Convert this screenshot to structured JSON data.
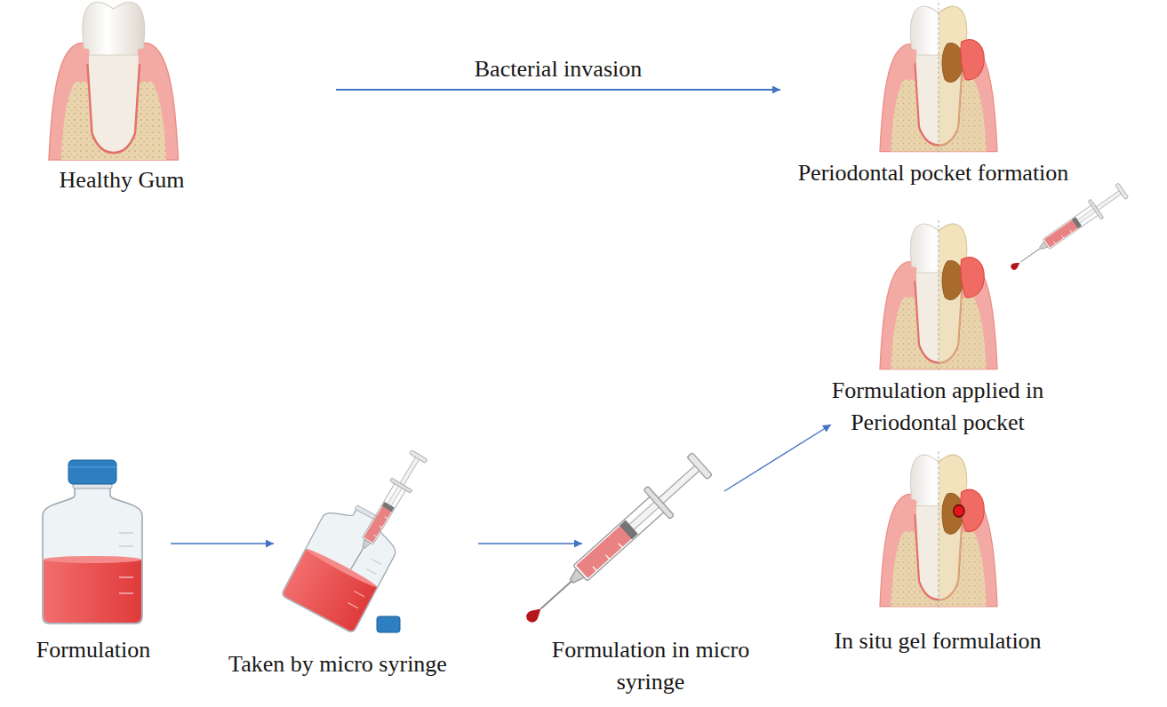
{
  "diagram": {
    "nodes": [
      {
        "text": [
          "Healthy Gum"
        ]
      },
      {
        "text": [
          "Periodontal pocket formation"
        ]
      },
      {
        "text": [
          "Formulation applied in Periodontal pocket"
        ]
      },
      {
        "text": [
          "In situ gel formulation"
        ]
      },
      {
        "text": [
          "Formulation"
        ]
      },
      {
        "text": [
          "Taken by micro syringe"
        ]
      },
      {
        "text": [
          "Formulation in micro syringe"
        ]
      }
    ],
    "edges": [
      {
        "from": 0,
        "to": 1,
        "label": "Bacterial invasion",
        "arrow": "to"
      },
      {
        "from": 4,
        "to": 5,
        "arrow": "to"
      },
      {
        "from": 5,
        "to": 6,
        "arrow": "to"
      },
      {
        "from": 6,
        "to": 2,
        "arrow": "to"
      }
    ]
  }
}
